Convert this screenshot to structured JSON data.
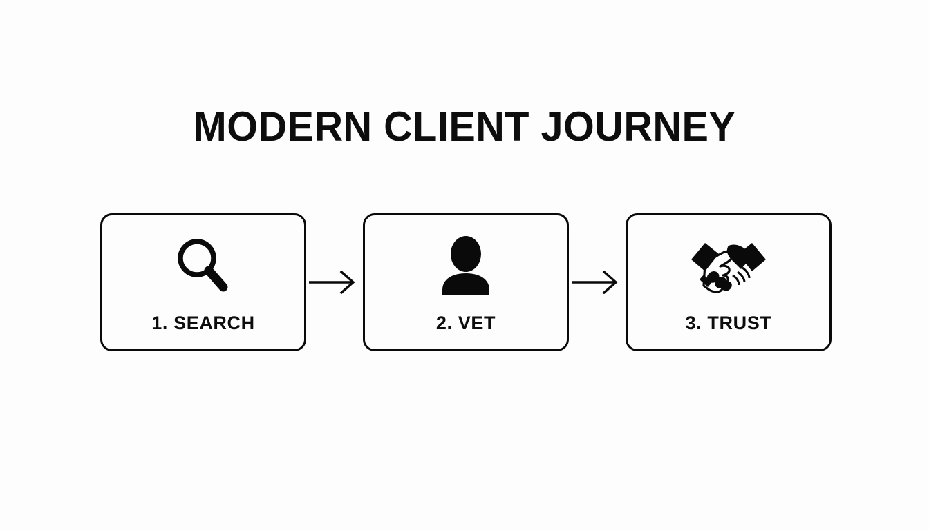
{
  "page": {
    "title": "MODERN CLIENT JOURNEY",
    "background_color": "#fdfdfd",
    "ink_color": "#0a0a0a"
  },
  "flow": {
    "steps": [
      {
        "label": "1. SEARCH",
        "icon": "magnifier-icon",
        "step_number": "1",
        "name": "SEARCH"
      },
      {
        "label": "2. VET",
        "icon": "person-icon",
        "step_number": "2",
        "name": "VET"
      },
      {
        "label": "3. TRUST",
        "icon": "handshake-icon",
        "step_number": "3",
        "name": "TRUST"
      }
    ],
    "connectors": [
      {
        "icon": "arrow-right-icon",
        "from": "1. SEARCH",
        "to": "2. VET"
      },
      {
        "icon": "arrow-right-icon",
        "from": "2. VET",
        "to": "3. TRUST"
      }
    ]
  }
}
